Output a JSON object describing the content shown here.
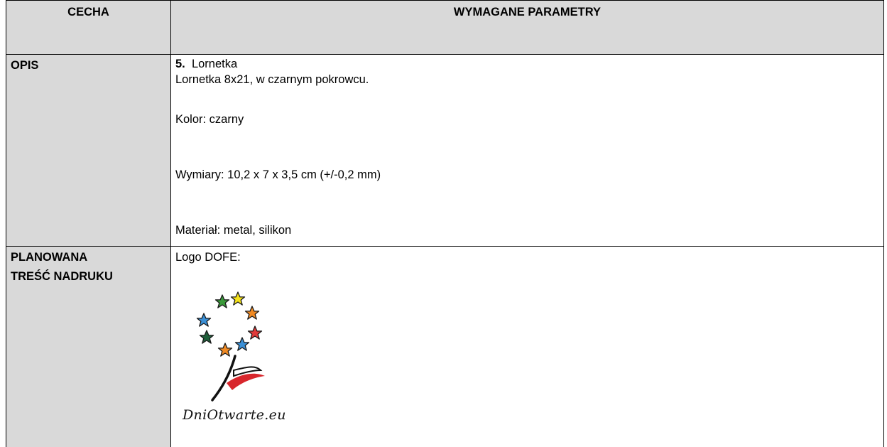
{
  "table": {
    "header_feature": "CECHA",
    "header_params": "WYMAGANE PARAMETRY"
  },
  "opis": {
    "label": "OPIS",
    "item_number": "5.",
    "item_name": "Lornetka",
    "description": "Lornetka 8x21, w czarnym pokrowcu.",
    "color_line": "Kolor:  czarny",
    "dimensions_line": "Wymiary: 10,2 x 7 x 3,5 cm (+/-0,2 mm)",
    "material_line": "Materiał: metal, silikon"
  },
  "print": {
    "label_line1": "PLANOWANA",
    "label_line2": "TREŚĆ NADRUKU",
    "logo_label": "Logo  DOFE:",
    "logo_text": "DniOtwarte.eu"
  },
  "colors": {
    "header_bg": "#d9d9d9",
    "border": "#000000",
    "star_green": "#3a9a3a",
    "star_yellow": "#f5e21b",
    "star_orange": "#f08a24",
    "star_red": "#e03a3a",
    "star_blue": "#3a8fd6",
    "star_darkgreen": "#1f5e3a",
    "flag_red": "#d8262c"
  }
}
